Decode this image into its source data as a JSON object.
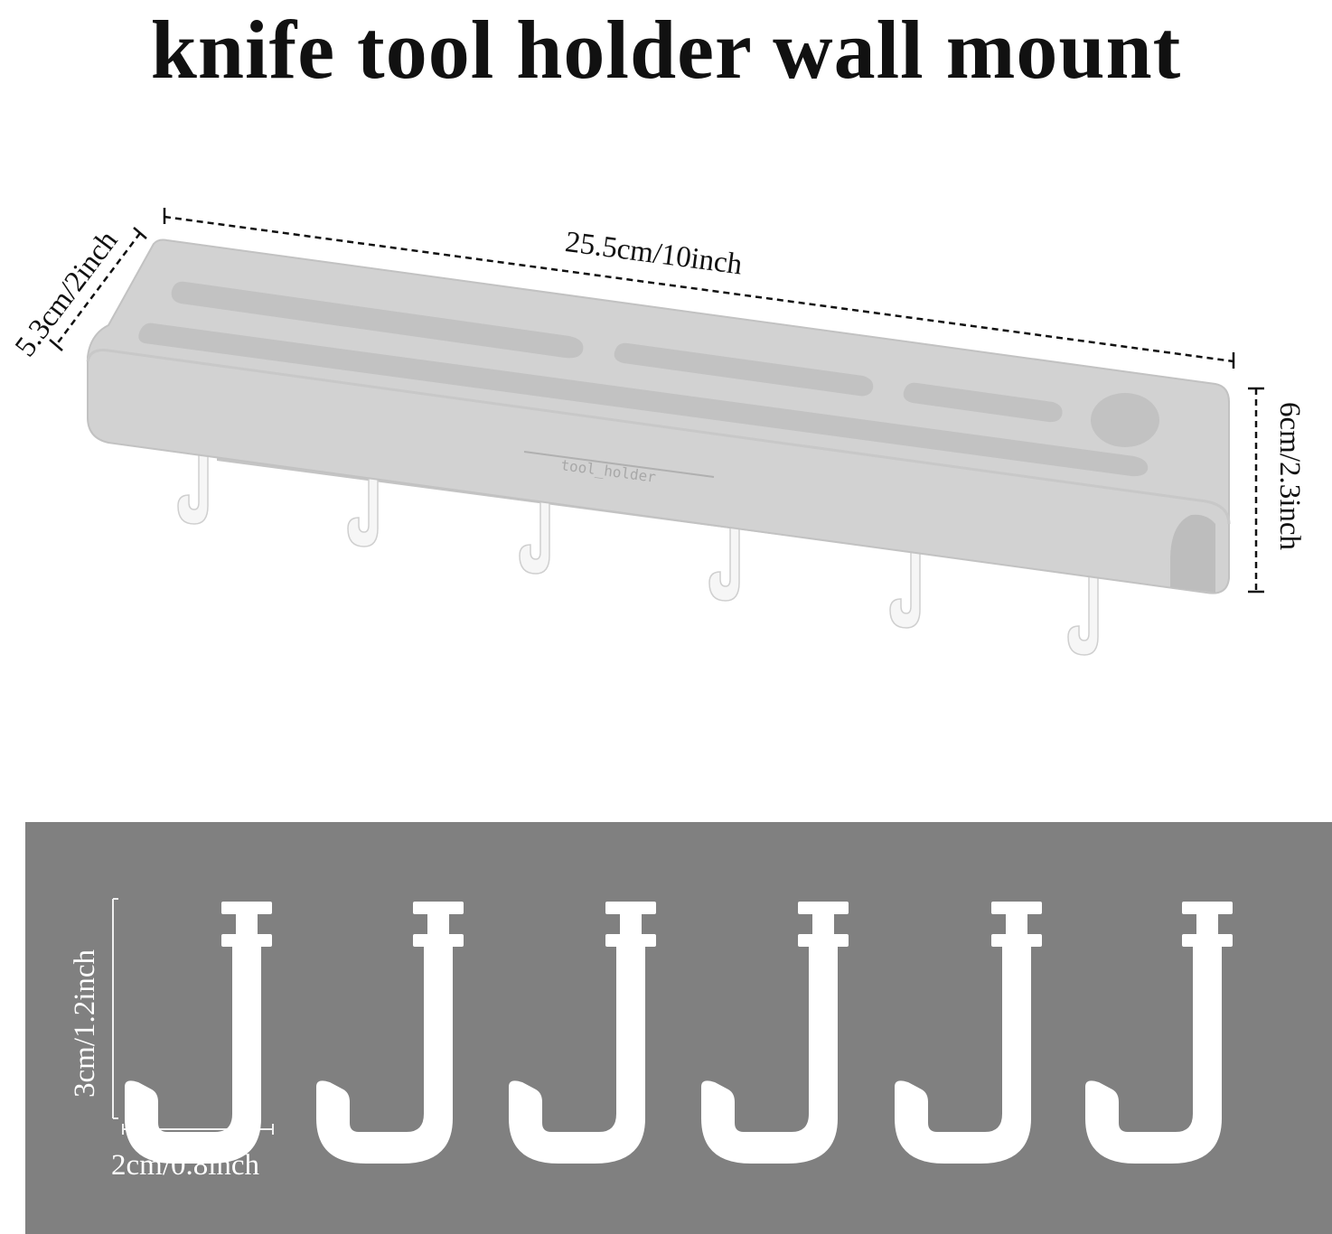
{
  "title": "knife tool holder wall mount",
  "dimensions": {
    "length": "25.5cm/10inch",
    "depth": "5.3cm/2inch",
    "height": "6cm/2.3inch",
    "hook_height": "3cm/1.2inch",
    "hook_width": "2cm/0.8inch"
  },
  "product_label": "tool_holder",
  "hook_count": 6,
  "colors": {
    "holder": "#d2d2d2",
    "hooks": "#ffffff",
    "panel": "#808080"
  }
}
